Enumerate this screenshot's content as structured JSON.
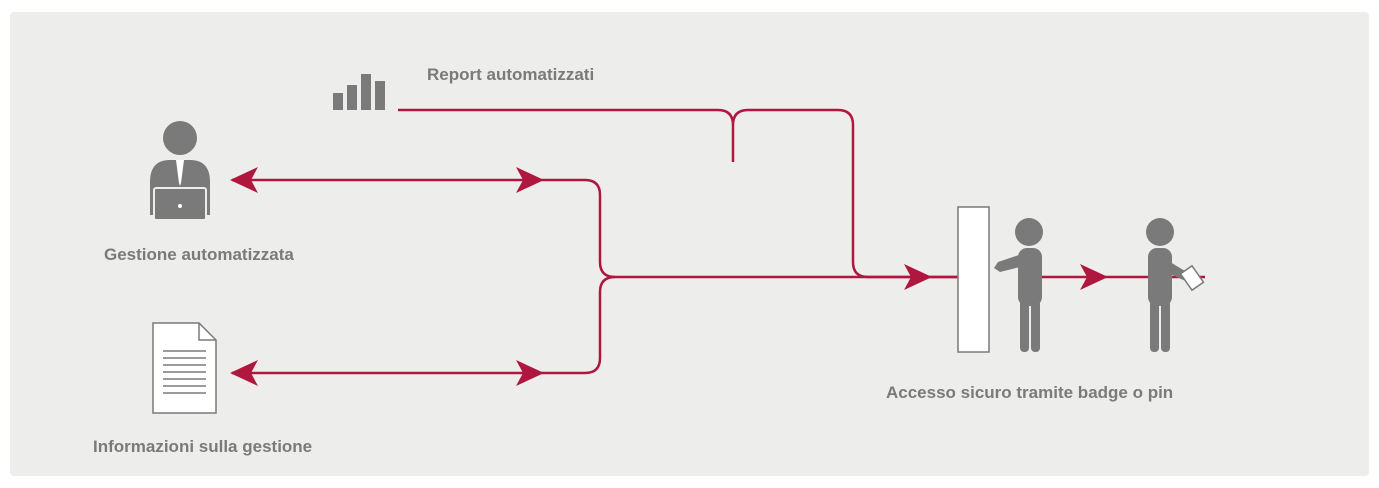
{
  "labels": {
    "report": "Report automatizzati",
    "management": "Gestione automatizzata",
    "info": "Informazioni sulla gestione",
    "access": "Accesso sicuro tramite badge o pin"
  },
  "colors": {
    "background": "#ededeb",
    "line": "#b0173f",
    "icon": "#7a7a7a",
    "text": "#7a7a7a"
  },
  "icons": [
    "bar-chart-icon",
    "person-laptop-icon",
    "document-icon",
    "turnstile-icon",
    "person-icon",
    "person-badge-icon"
  ]
}
